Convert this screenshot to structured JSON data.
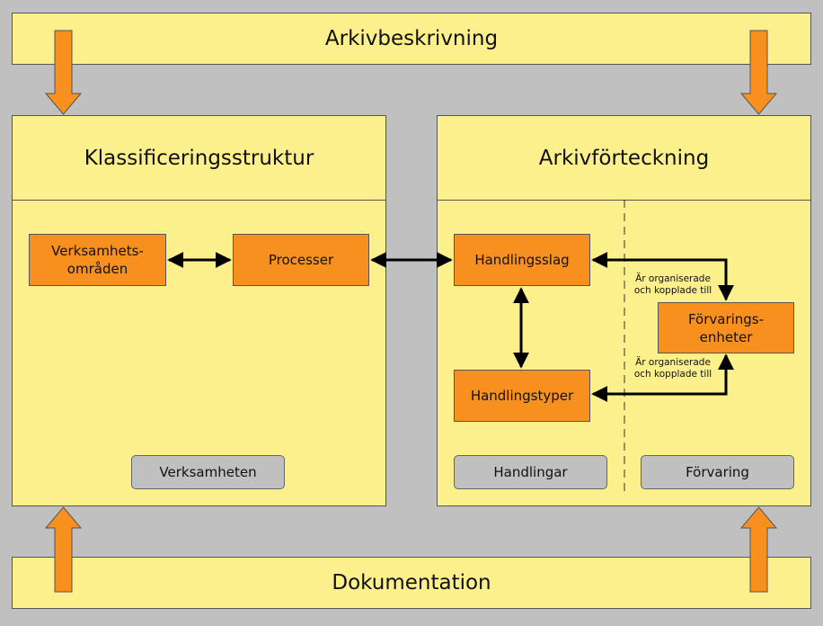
{
  "top_band": "Arkivbeskrivning",
  "bottom_band": "Dokumentation",
  "left_panel": {
    "title": "Klassificeringsstruktur",
    "box_verksamhetsomraden_line1": "Verksamhets-",
    "box_verksamhetsomraden_line2": "områden",
    "box_processer": "Processer",
    "footer": "Verksamheten"
  },
  "right_panel": {
    "title": "Arkivförteckning",
    "box_handlingsslag": "Handlingsslag",
    "box_handlingstyper": "Handlingstyper",
    "box_forvaringsenheter_line1": "Förvarings-",
    "box_forvaringsenheter_line2": "enheter",
    "note_top_line1": "Är organiserade",
    "note_top_line2": "och kopplade till",
    "note_bottom_line1": "Är organiserade",
    "note_bottom_line2": "och kopplade till",
    "footer_left": "Handlingar",
    "footer_right": "Förvaring"
  },
  "colors": {
    "background": "#c0c0c0",
    "panel_fill": "#fbf08b",
    "box_fill": "#f7901e",
    "arrow_fill": "#f7901e"
  }
}
